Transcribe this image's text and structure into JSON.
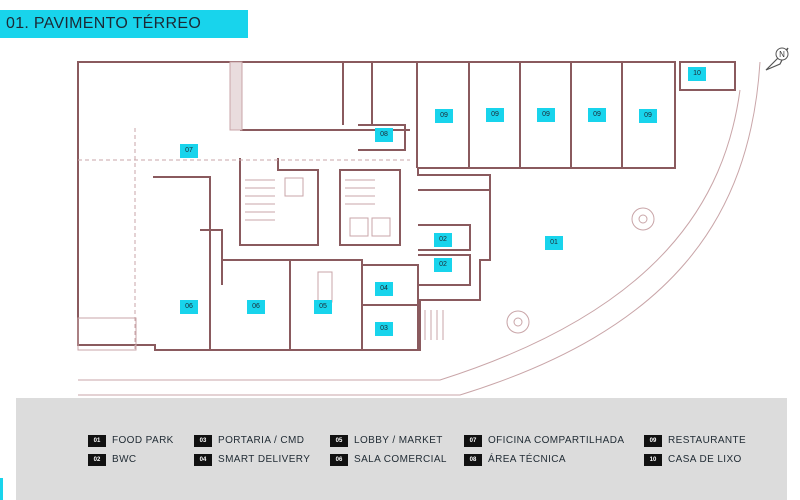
{
  "title": "01. PAVIMENTO TÉRREO",
  "colors": {
    "accent": "#18d4ec",
    "wall": "#8a5a5e",
    "legend_bg": "#dcdcdc"
  },
  "compass": {
    "icon": "north-arrow-icon",
    "letter": "N"
  },
  "room_labels": [
    {
      "id": "r01",
      "code": "01"
    },
    {
      "id": "r02a",
      "code": "02"
    },
    {
      "id": "r02b",
      "code": "02"
    },
    {
      "id": "r03",
      "code": "03"
    },
    {
      "id": "r04",
      "code": "04"
    },
    {
      "id": "r05",
      "code": "05"
    },
    {
      "id": "r06a",
      "code": "06"
    },
    {
      "id": "r06b",
      "code": "06"
    },
    {
      "id": "r07",
      "code": "07"
    },
    {
      "id": "r08",
      "code": "08"
    },
    {
      "id": "r09a",
      "code": "09"
    },
    {
      "id": "r09b",
      "code": "09"
    },
    {
      "id": "r09c",
      "code": "09"
    },
    {
      "id": "r09d",
      "code": "09"
    },
    {
      "id": "r09e",
      "code": "09"
    },
    {
      "id": "r10",
      "code": "10"
    }
  ],
  "legend": [
    {
      "code": "01",
      "label": "FOOD PARK"
    },
    {
      "code": "02",
      "label": "BWC"
    },
    {
      "code": "03",
      "label": "PORTARIA / CMD"
    },
    {
      "code": "04",
      "label": "SMART DELIVERY"
    },
    {
      "code": "05",
      "label": "LOBBY / MARKET"
    },
    {
      "code": "06",
      "label": "SALA COMERCIAL"
    },
    {
      "code": "07",
      "label": "OFICINA COMPARTILHADA"
    },
    {
      "code": "08",
      "label": "ÁREA TÉCNICA"
    },
    {
      "code": "09",
      "label": "RESTAURANTE"
    },
    {
      "code": "10",
      "label": "CASA DE LIXO"
    }
  ]
}
